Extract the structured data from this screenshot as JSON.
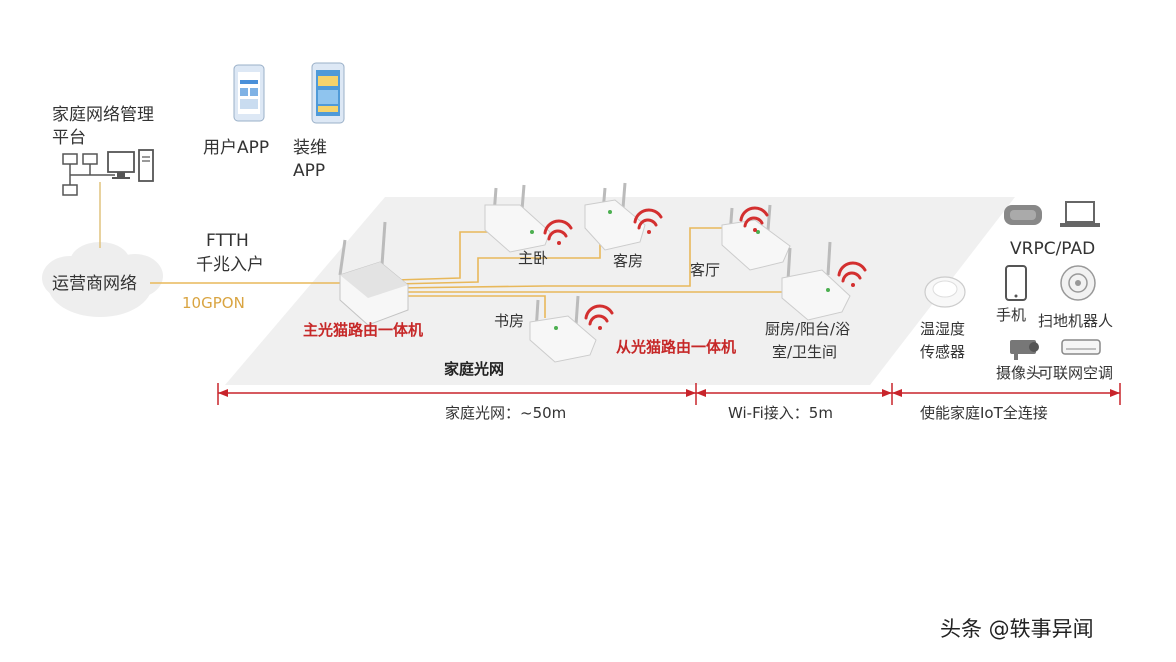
{
  "management": {
    "title_line1": "家庭网络管理",
    "title_line2": "平台"
  },
  "apps": {
    "user_app": "用户APP",
    "install_line1": "装维",
    "install_line2": "APP"
  },
  "operator_cloud": "运营商网络",
  "ftth": {
    "line1": "FTTH",
    "line2": "千兆入户",
    "pon": "10GPON"
  },
  "main_router_label": "主光猫路由一体机",
  "slave_router_label": "从光猫路由一体机",
  "home_fiber_label": "家庭光网",
  "rooms": {
    "master_bedroom": "主卧",
    "guest_room": "客房",
    "living_room": "客厅",
    "study": "书房",
    "kitchen_line1": "厨房/阳台/浴",
    "kitchen_line2": "室/卫生间"
  },
  "devices": {
    "sensor_line1": "温湿度",
    "sensor_line2": "传感器",
    "vr_pc_pad": "VRPC/PAD",
    "phone": "手机",
    "robot": "扫地机器人",
    "camera": "摄像头",
    "ac": "可联网空调"
  },
  "dimensions": {
    "fiber": "家庭光网：~50m",
    "wifi": "Wi-Fi接入：5m",
    "iot": "使能家庭IoT全连接"
  },
  "watermark": "头条 @轶事异闻",
  "colors": {
    "fiber_line": "#e8b85a",
    "red_label": "#c62828",
    "dim_line": "#c8242b",
    "floor": "#f0f0f0"
  }
}
